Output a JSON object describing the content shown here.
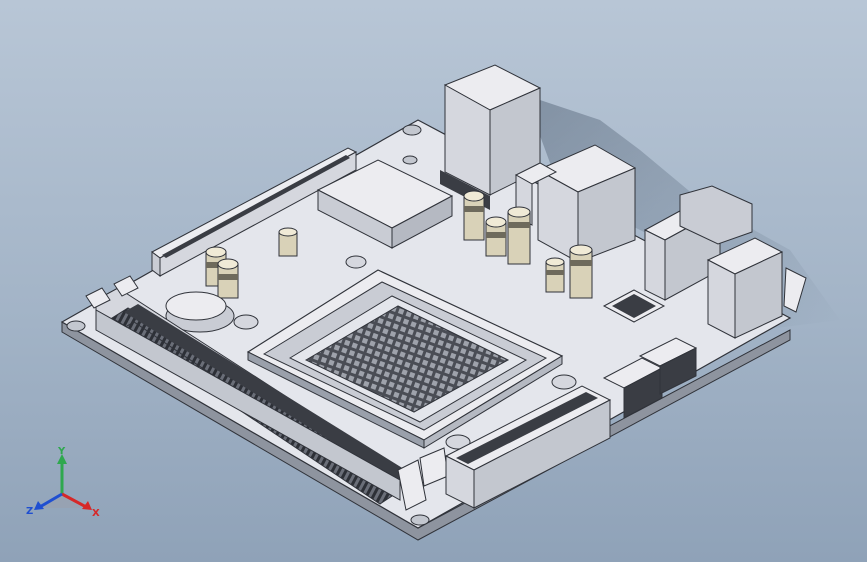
{
  "viewport": {
    "background_top": "#b8c6d6",
    "background_bottom": "#8fa2b8"
  },
  "model": {
    "name": "mini-itx-motherboard",
    "colors": {
      "board": "#e4e6ec",
      "board_edge": "#9aa0ab",
      "component_light": "#ececf0",
      "component_mid": "#c9ccd4",
      "component_dark": "#3a3d44",
      "capacitor_body": "#d9d2b8",
      "capacitor_band": "#6e6a5c",
      "outline": "#30333a"
    }
  },
  "triad": {
    "x_label": "X",
    "y_label": "Y",
    "z_label": "Z",
    "x_color": "#d62828",
    "y_color": "#2fa84f",
    "z_color": "#1f4fd1"
  }
}
